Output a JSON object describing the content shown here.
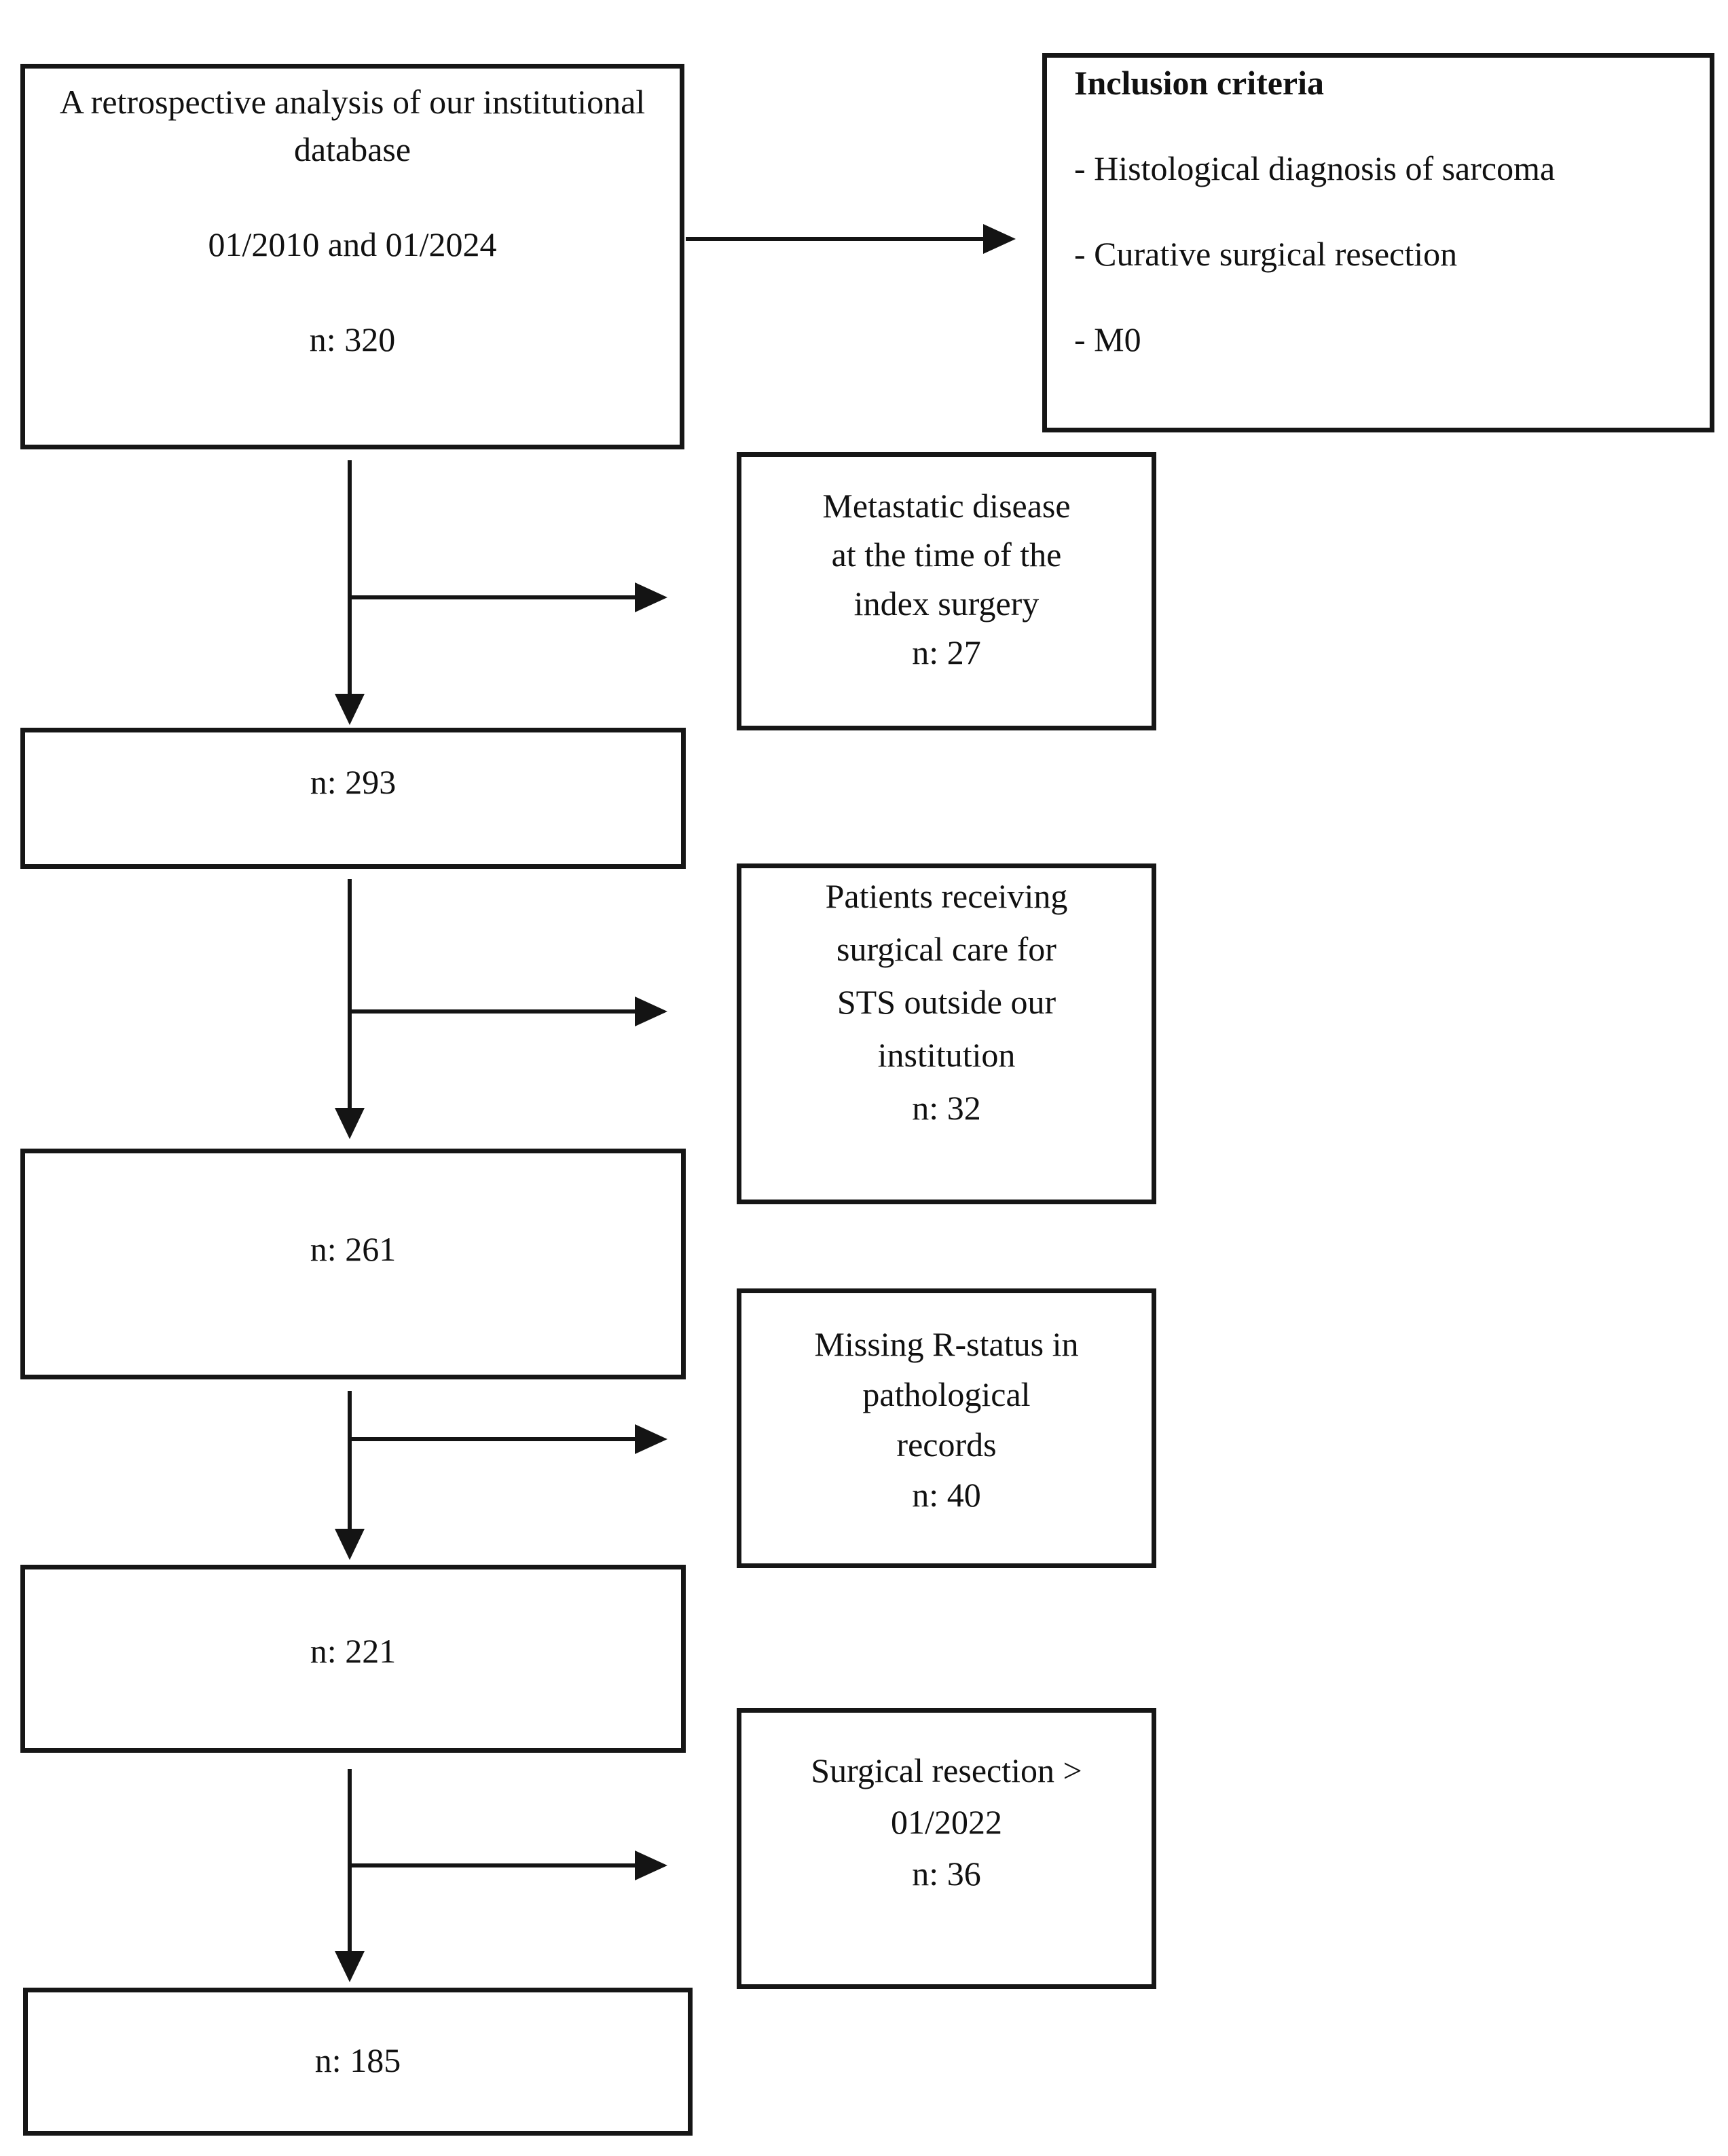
{
  "figure": {
    "source_box": {
      "paragraphs": [
        "A retrospective analysis of our institutional database",
        "01/2010 and 01/2024",
        "n: 320"
      ]
    },
    "inclusion_box": {
      "title": "Inclusion criteria",
      "items": [
        "- Histological diagnosis of sarcoma",
        "- Curative surgical resection",
        "- M0"
      ]
    },
    "count_boxes": [
      {
        "label": "n: 293"
      },
      {
        "label": "n: 261"
      },
      {
        "label": "n: 221"
      },
      {
        "label": "n: 185"
      }
    ],
    "exclusion_boxes": [
      {
        "lines": [
          "Metastatic disease",
          "at the time of the",
          "index surgery",
          "n: 27"
        ]
      },
      {
        "lines": [
          "Patients receiving",
          "surgical care for",
          "STS outside our",
          "institution",
          "n: 32"
        ]
      },
      {
        "lines": [
          "Missing R-status in",
          "pathological",
          "records",
          "n: 40"
        ]
      },
      {
        "lines": [
          "Surgical resection >",
          "01/2022",
          "n: 36"
        ]
      }
    ],
    "colors": {
      "ink": "#141414",
      "background": "#ffffff"
    }
  }
}
